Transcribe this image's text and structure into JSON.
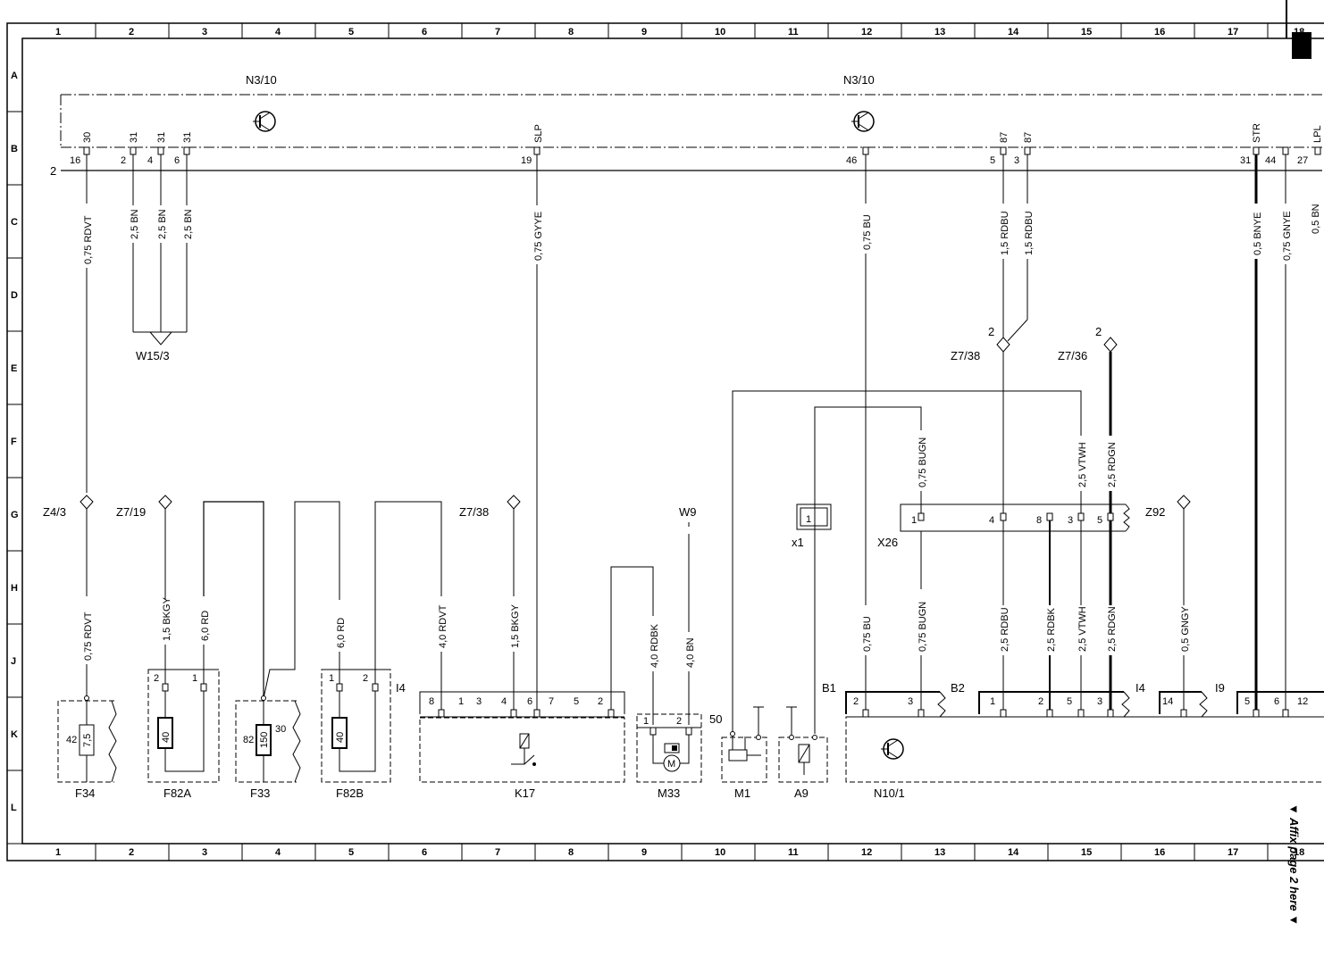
{
  "grid": {
    "columns": [
      "1",
      "2",
      "3",
      "4",
      "5",
      "6",
      "7",
      "8",
      "9",
      "10",
      "11",
      "12",
      "13",
      "14",
      "15",
      "16",
      "17",
      "18"
    ],
    "rows": [
      "A",
      "B",
      "C",
      "D",
      "E",
      "F",
      "G",
      "H",
      "J",
      "K",
      "L"
    ]
  },
  "affix_note": "▼ Affix page 2 here ▼",
  "components": {
    "n3_10_left": "N3/10",
    "n3_10_right": "N3/10",
    "w15_3": "W15/3",
    "z4_3": "Z4/3",
    "z7_19": "Z7/19",
    "z7_38_left": "Z7/38",
    "z7_38_right": "Z7/38",
    "z7_36": "Z7/36",
    "w9": "W9",
    "x1": "x1",
    "x26": "X26",
    "z92": "Z92",
    "b1": "B1",
    "b2": "B2",
    "i4_left": "I4",
    "i4_right": "I4",
    "i9": "I9",
    "f34": "F34",
    "f82a": "F82A",
    "f33": "F33",
    "f82b": "F82B",
    "k17": "K17",
    "m33": "M33",
    "m1": "M1",
    "a9": "A9",
    "n10_1": "N10/1",
    "pin50": "50",
    "ref2_a": "2",
    "ref2_b": "2",
    "ref2_c": "2"
  },
  "top_connector": {
    "pins": [
      {
        "num": "16",
        "func": "30"
      },
      {
        "num": "2",
        "func": "31"
      },
      {
        "num": "4",
        "func": "31"
      },
      {
        "num": "6",
        "func": "31"
      },
      {
        "num": "19",
        "func": "SLP"
      },
      {
        "num": "46",
        "func": ""
      },
      {
        "num": "5",
        "func": "87"
      },
      {
        "num": "3",
        "func": "87"
      },
      {
        "num": "31",
        "func": "STR"
      },
      {
        "num": "44",
        "func": ""
      },
      {
        "num": "27",
        "func": "LPL"
      }
    ]
  },
  "wires": {
    "c_rdvt": "0,75 RDVT",
    "c_bn1": "2,5 BN",
    "c_bn2": "2,5 BN",
    "c_bn3": "2,5 BN",
    "c_gyye": "0,75 GYYE",
    "c_bu": "0,75 BU",
    "c_rdbu1": "1,5 RDBU",
    "c_rdbu2": "1,5 RDBU",
    "c_bnye": "0,5 BNYE",
    "c_gnye": "0,75 GNYE",
    "c_bn_edge": "0,5 BN",
    "f_bugn": "0,75 BUGN",
    "f_vtwh": "2,5 VTWH",
    "f_rdgn": "2,5 RDGN",
    "h_rdvt": "0,75 RDVT",
    "h_bkgy1": "1,5 BKGY",
    "h_rd1": "6,0 RD",
    "h_rd2": "6,0 RD",
    "h_rdvt4": "4,0 RDVT",
    "h_bkgy2": "1,5 BKGY",
    "h_rdbk": "4,0 RDBK",
    "h_bn4": "4,0 BN",
    "h_bu": "0,75 BU",
    "h_bugn": "0,75 BUGN",
    "h_rdbu": "2,5 RDBU",
    "h_rdbk2": "2,5 RDBK",
    "h_vtwh": "2,5 VTWH",
    "h_rdgn": "2,5 RDGN",
    "h_gngy": "0,5 GNGY"
  },
  "fuses": {
    "f34_a": "7,5",
    "f34_term": "42",
    "f82a_a": "40",
    "f33_a": "150",
    "f33_t1": "82",
    "f33_t2": "30",
    "f82b_a": "40"
  },
  "pins": {
    "f82a_2": "2",
    "f82a_1": "1",
    "f82b_1": "1",
    "f82b_2": "2",
    "k17": [
      "8",
      "1",
      "3",
      "4",
      "6",
      "7",
      "5",
      "2"
    ],
    "m33_1": "1",
    "m33_2": "2",
    "x26": [
      "1",
      "4",
      "8",
      "3",
      "5"
    ],
    "b2": [
      "2",
      "3"
    ],
    "i4": [
      "1",
      "2",
      "5",
      "3"
    ],
    "i9": [
      "14"
    ],
    "last": [
      "5",
      "6",
      "12"
    ],
    "x1_pin": "1"
  },
  "symbols": {
    "motor": "M"
  }
}
